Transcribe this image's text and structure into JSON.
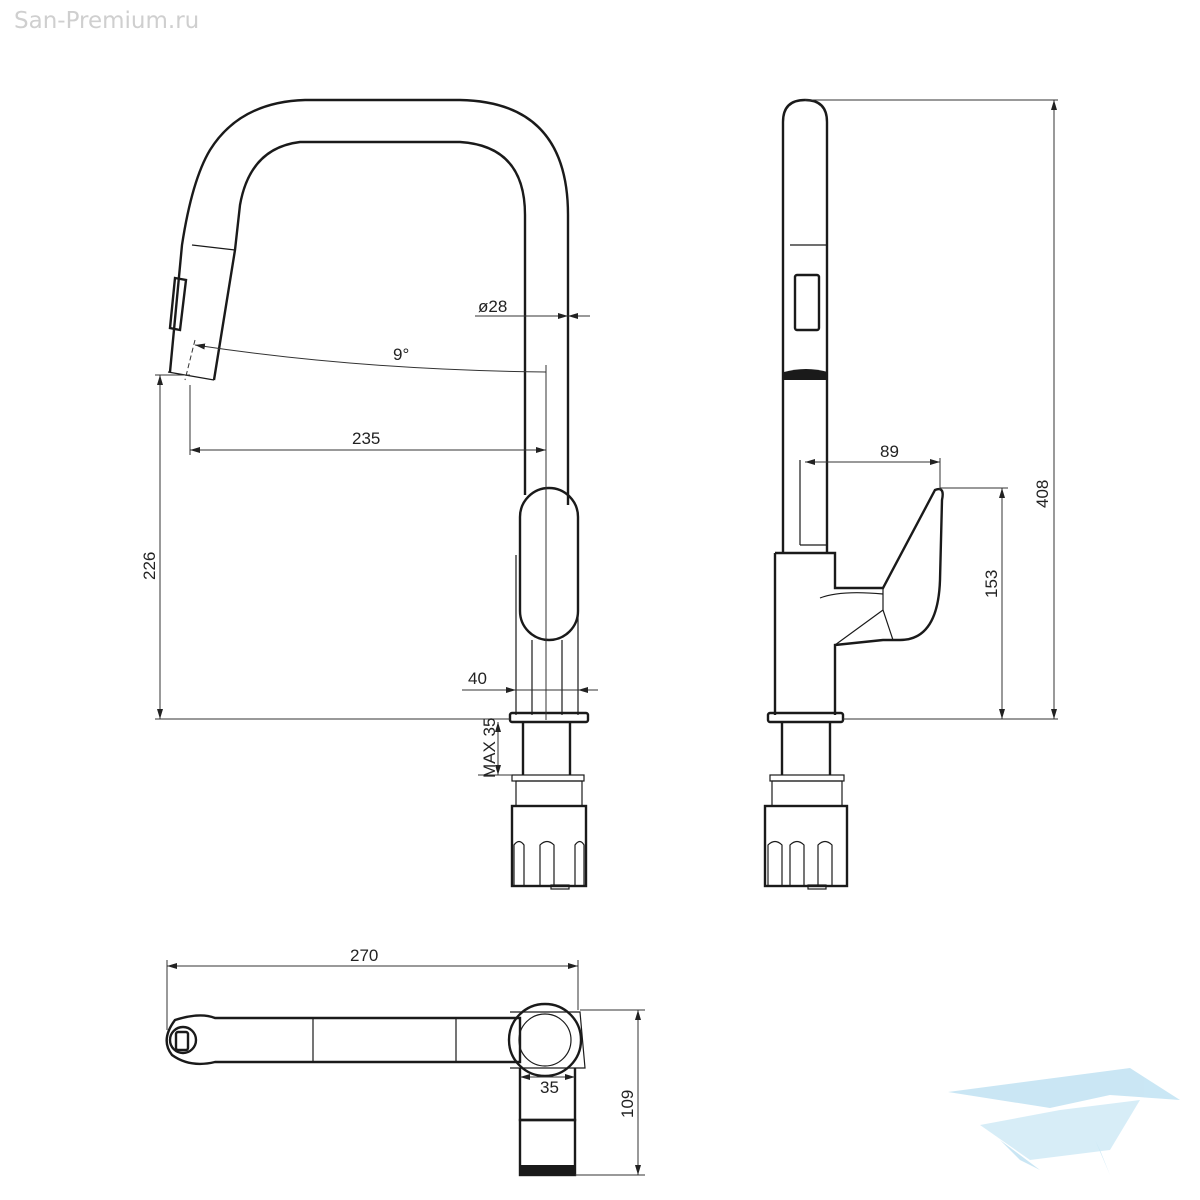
{
  "watermark": "San-Premium.ru",
  "logo_color": "#9fd3ec",
  "dimensions": {
    "spout_diameter": "ø28",
    "spout_angle": "9°",
    "reach": "235",
    "spout_height": "226",
    "body_width": "40",
    "max_mount_thickness": "MAX 35",
    "handle_reach": "89",
    "handle_height": "153",
    "total_height": "408",
    "total_length": "270",
    "shank_diameter": "35",
    "depth": "109"
  }
}
